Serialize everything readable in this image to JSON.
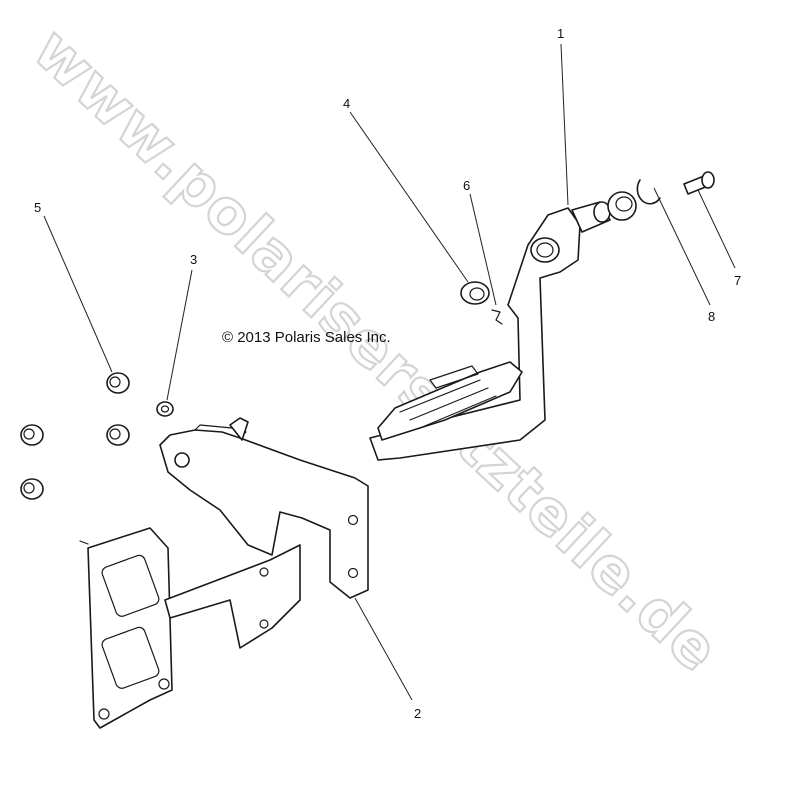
{
  "copyright": "© 2013 Polaris Sales Inc.",
  "watermark": "www.polarisersatzteile.de",
  "callouts": [
    "1",
    "2",
    "3",
    "4",
    "5",
    "6",
    "7",
    "8"
  ]
}
